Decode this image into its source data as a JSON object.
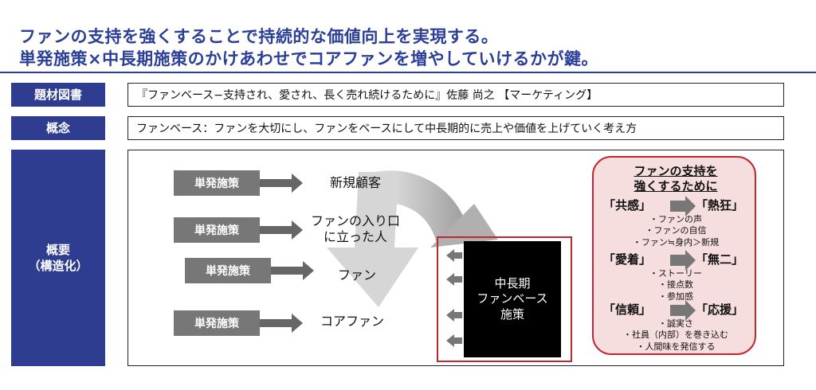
{
  "title": {
    "line1": "ファンの支持を強くすることで持続的な価値向上を実現する。",
    "line2": "単発施策×中長期施策のかけあわせでコアファンを増やしていけるかが鍵。"
  },
  "rows": {
    "book": {
      "label": "題材図書",
      "value": "『ファンベース−支持され、愛され、長く売れ続けるために』佐藤 尚之 【マーケティング】"
    },
    "concept": {
      "label": "概念",
      "value": "ファンベース：ファンを大切にし、ファンをベースにして中長期的に売上や価値を上げていく考え方"
    },
    "overview": {
      "label_line1": "概要",
      "label_line2": "（構造化）"
    }
  },
  "diagram": {
    "single_label": "単発施策",
    "segments": {
      "new": "新規顧客",
      "entry_line1": "ファンの入り口",
      "entry_line2": "に立った人",
      "fan": "ファン",
      "core": "コアファン"
    },
    "midlong": {
      "line1": "中長期",
      "line2": "ファンベース",
      "line3": "施策"
    },
    "callout": {
      "title_line1": "ファンの支持を",
      "title_line2": "強くするために",
      "pair1": {
        "from": "「共感」",
        "to": "「熱狂」",
        "notes": [
          "・ファンの声",
          "・ファンの自信",
          "・ファン≒身内＞新規"
        ]
      },
      "pair2": {
        "from": "「愛着」",
        "to": "「無二」",
        "notes": [
          "・ストーリー",
          "・接点数",
          "・参加感"
        ]
      },
      "pair3": {
        "from": "「信頼」",
        "to": "「応援」",
        "notes": [
          "・誠実さ",
          "・社員（内部）を巻き込む",
          "・人間味を発信する"
        ]
      }
    }
  },
  "colors": {
    "title": "#2b3f98",
    "label_bg": "#2f3d91",
    "accent_red": "#c0282f",
    "callout_bg": "#f7dede"
  }
}
